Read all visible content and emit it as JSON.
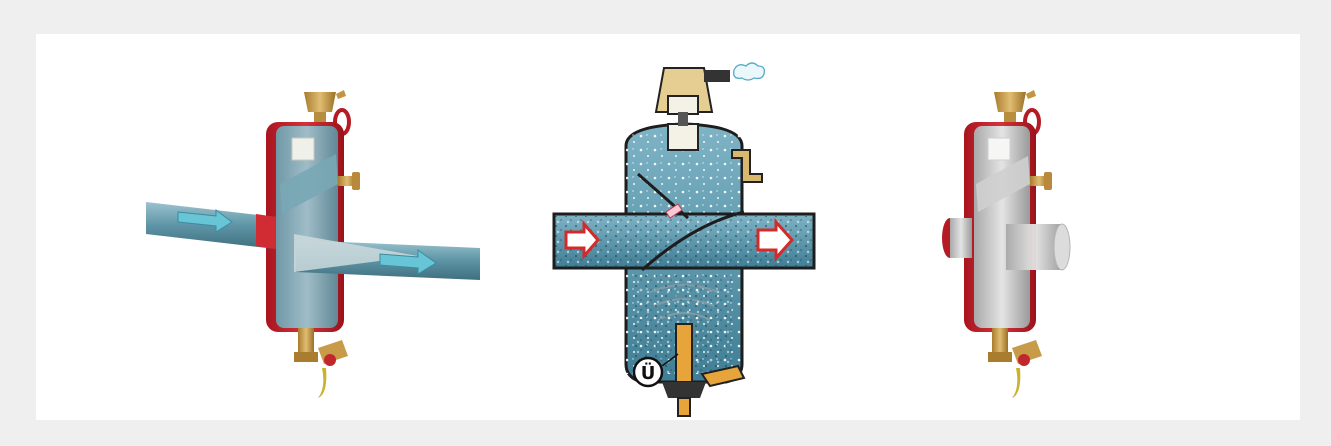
{
  "figure": {
    "panels": [
      {
        "id": "left",
        "name": "separator-cutaway-3d-flow"
      },
      {
        "id": "center",
        "name": "separator-cross-section-diagram"
      },
      {
        "id": "right",
        "name": "separator-3d-exterior"
      }
    ]
  },
  "center": {
    "magnet_symbol": "Ü",
    "icons": [
      "air-vent-icon",
      "flow-in-arrow-icon",
      "flow-out-arrow-icon",
      "air-cloud-icon",
      "magnet-icon"
    ]
  },
  "colors": {
    "background": "#efefef",
    "card": "#ffffff",
    "body_red": "#c0202a",
    "water_blue": "#4f93a8",
    "brass": "#c9a24e",
    "flow_arrow": "#e03a3a"
  }
}
